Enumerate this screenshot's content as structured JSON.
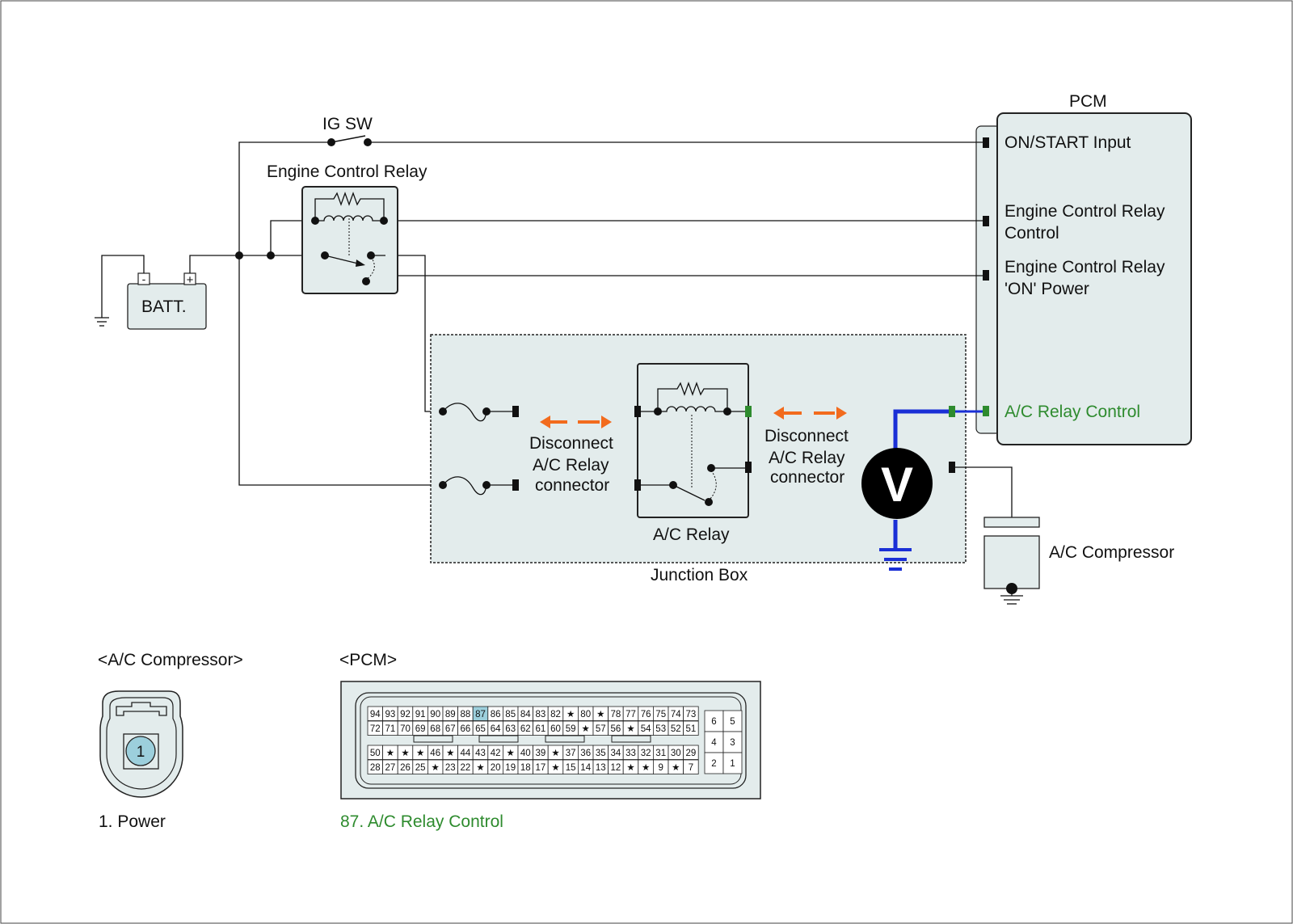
{
  "labels": {
    "ig_sw": "IG SW",
    "engine_control_relay": "Engine Control Relay",
    "batt": "BATT.",
    "batt_minus": "-",
    "batt_plus": "+",
    "pcm_title": "PCM",
    "pcm_on_start": "ON/START Input",
    "pcm_ecr_control": [
      "Engine Control Relay",
      "Control"
    ],
    "pcm_ecr_on_power": [
      "Engine Control Relay",
      "'ON' Power"
    ],
    "pcm_ac_relay_control": "A/C Relay Control",
    "disconnect_left": [
      "Disconnect",
      "A/C Relay",
      "connector"
    ],
    "disconnect_right": [
      "Disconnect",
      "A/C Relay",
      "connector"
    ],
    "ac_relay": "A/C Relay",
    "voltmeter": "V",
    "junction_box": "Junction Box",
    "ac_compressor": "A/C Compressor"
  },
  "connectors": {
    "ac_compressor": {
      "title": "<A/C Compressor>",
      "pin": "1",
      "legend": "1. Power"
    },
    "pcm": {
      "title": "<PCM>",
      "legend": "87. A/C Relay Control",
      "highlighted_pin": "87",
      "rows": [
        [
          "94",
          "93",
          "92",
          "91",
          "90",
          "89",
          "88",
          "87",
          "86",
          "85",
          "84",
          "83",
          "82",
          "★",
          "80",
          "★",
          "78",
          "77",
          "76",
          "75",
          "74",
          "73"
        ],
        [
          "72",
          "71",
          "70",
          "69",
          "68",
          "67",
          "66",
          "65",
          "64",
          "63",
          "62",
          "61",
          "60",
          "59",
          "★",
          "57",
          "56",
          "★",
          "54",
          "53",
          "52",
          "51"
        ],
        [
          "50",
          "★",
          "★",
          "★",
          "46",
          "★",
          "44",
          "43",
          "42",
          "★",
          "40",
          "39",
          "★",
          "37",
          "36",
          "35",
          "34",
          "33",
          "32",
          "31",
          "30",
          "29"
        ],
        [
          "28",
          "27",
          "26",
          "25",
          "★",
          "23",
          "22",
          "★",
          "20",
          "19",
          "18",
          "17",
          "★",
          "15",
          "14",
          "13",
          "12",
          "★",
          "★",
          "9",
          "★",
          "7"
        ]
      ],
      "side_grid": [
        [
          "6",
          "5"
        ],
        [
          "4",
          "3"
        ],
        [
          "2",
          "1"
        ]
      ]
    }
  },
  "colors": {
    "signal_green": "#2e8b2e",
    "meter_lead_blue": "#1a2fd6",
    "arrow_orange": "#f26b1d",
    "box_fill": "#e3ecec",
    "pin_highlight": "#9ccfdc"
  }
}
